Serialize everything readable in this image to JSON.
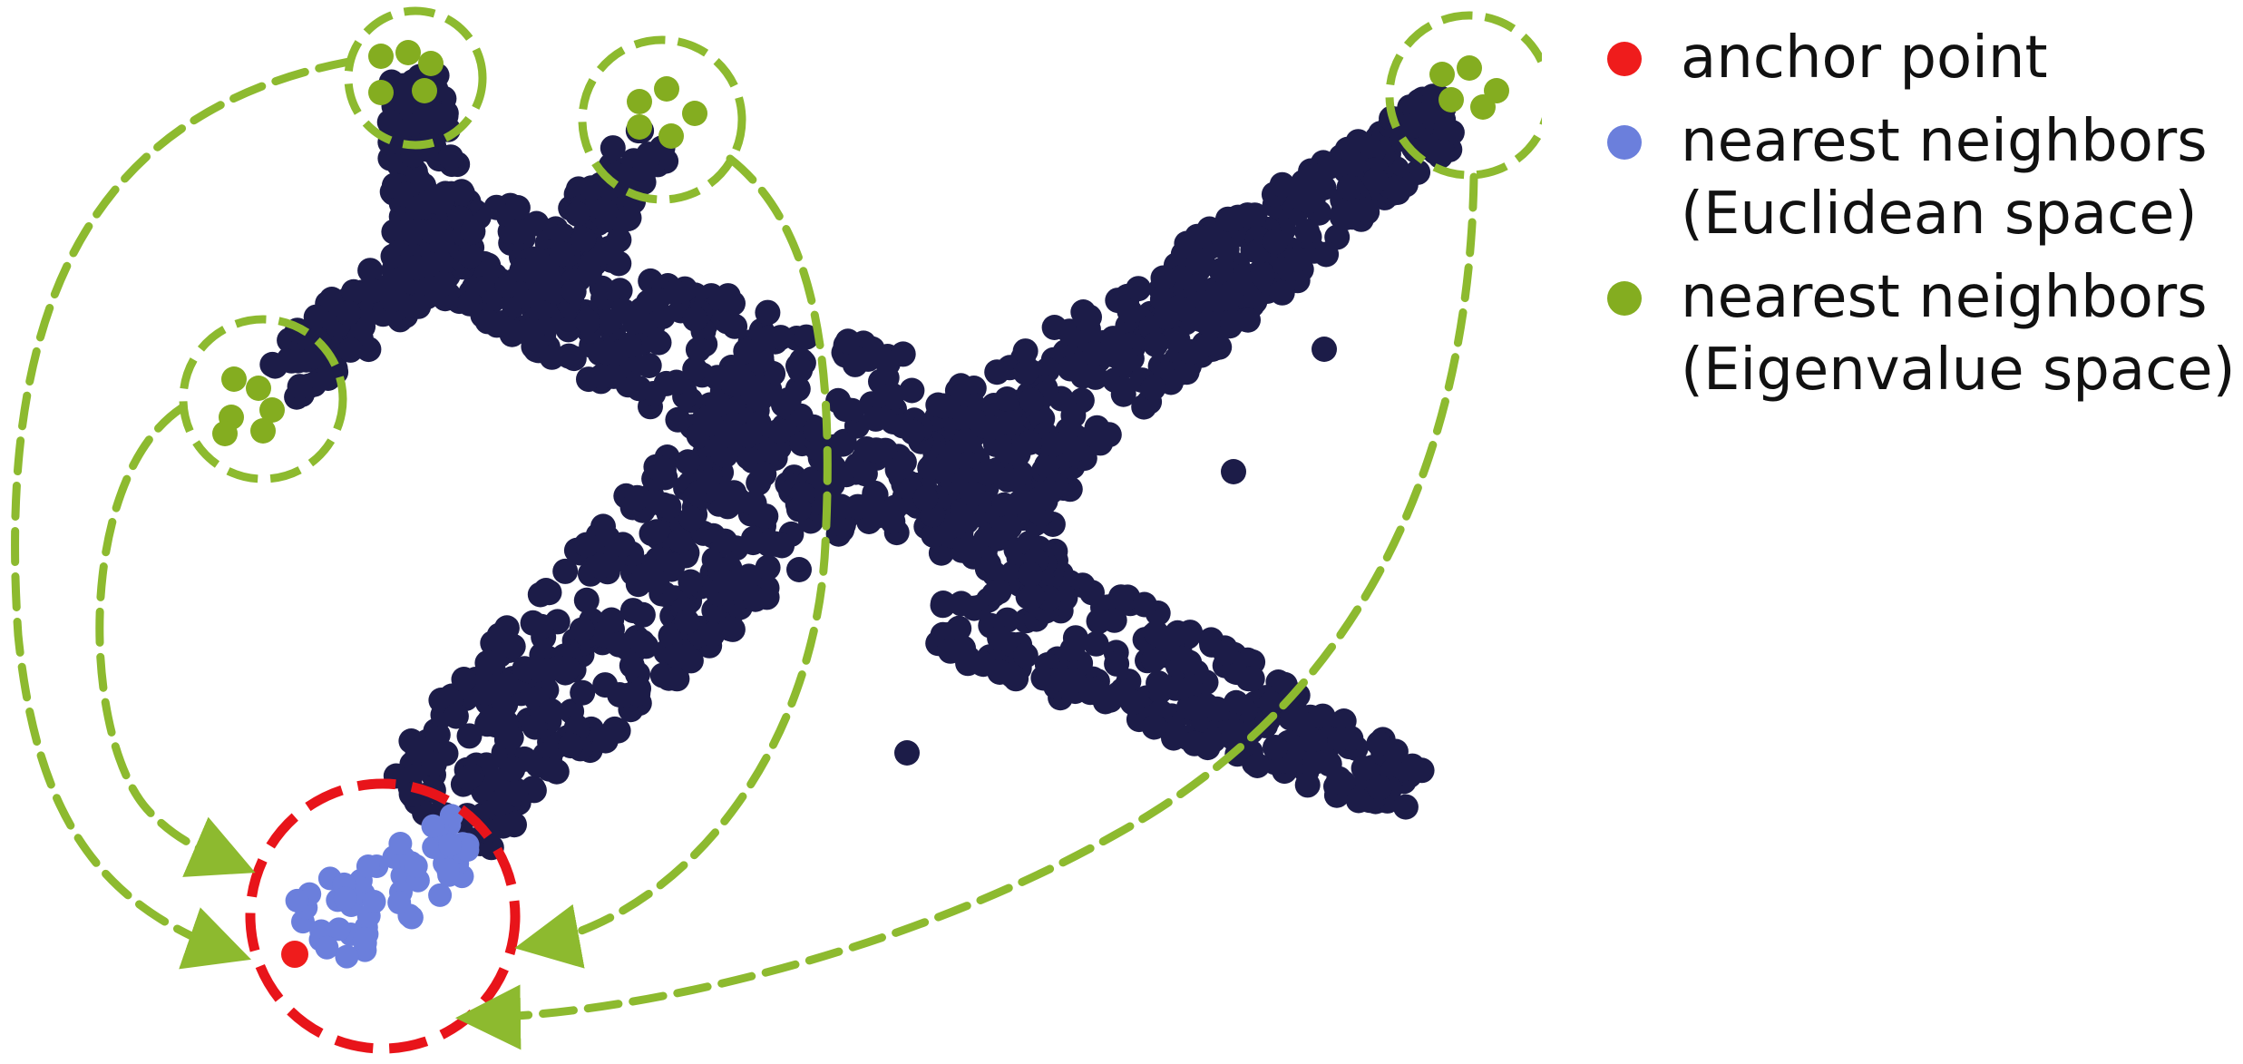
{
  "legend": {
    "anchor": {
      "label": "anchor point",
      "color": "#ef1c1c"
    },
    "euclidean": {
      "line1": "nearest neighbors",
      "line2": "(Euclidean space)",
      "color": "#6b7fdc"
    },
    "eigenvalue": {
      "line1": "nearest neighbors",
      "line2": "(Eigenvalue space)",
      "color": "#84ad20"
    }
  },
  "colors": {
    "cloud": "#1c1c48",
    "anchor": "#ef1c1c",
    "euclidean": "#6b7fdc",
    "eigenvalue": "#84ad20",
    "anchor_circle": "#e8141a",
    "green_dash": "#8dba2f"
  }
}
